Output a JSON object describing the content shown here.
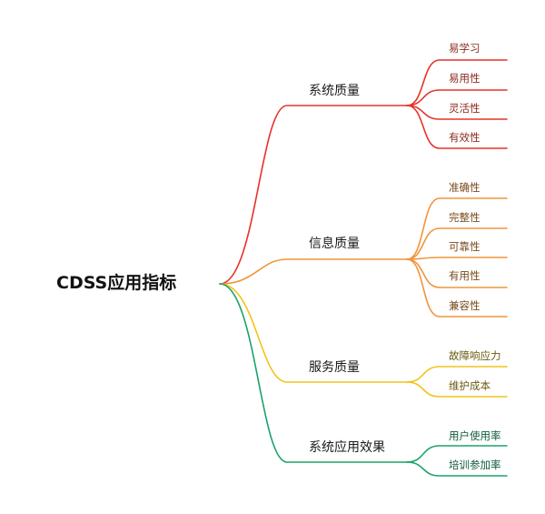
{
  "root": {
    "label": "CDSS应用指标"
  },
  "branches": [
    {
      "label": "系统质量",
      "color": "#e5332a",
      "leaves": [
        {
          "label": "易学习",
          "color": "#8b2a1e"
        },
        {
          "label": "易用性",
          "color": "#8b2a1e"
        },
        {
          "label": "灵活性",
          "color": "#8b2a1e"
        },
        {
          "label": "有效性",
          "color": "#8b2a1e"
        }
      ]
    },
    {
      "label": "信息质量",
      "color": "#f0953b",
      "leaves": [
        {
          "label": "准确性",
          "color": "#7a4a1a"
        },
        {
          "label": "完整性",
          "color": "#7a4a1a"
        },
        {
          "label": "可靠性",
          "color": "#7a4a1a"
        },
        {
          "label": "有用性",
          "color": "#7a4a1a"
        },
        {
          "label": "兼容性",
          "color": "#7a4a1a"
        }
      ]
    },
    {
      "label": "服务质量",
      "color": "#f0c419",
      "leaves": [
        {
          "label": "故障响应力",
          "color": "#6b5a10"
        },
        {
          "label": "维护成本",
          "color": "#6b5a10"
        }
      ]
    },
    {
      "label": "系统应用效果",
      "color": "#1ba36a",
      "leaves": [
        {
          "label": "用户使用率",
          "color": "#0f5a3c"
        },
        {
          "label": "培训参加率",
          "color": "#0f5a3c"
        }
      ]
    }
  ]
}
